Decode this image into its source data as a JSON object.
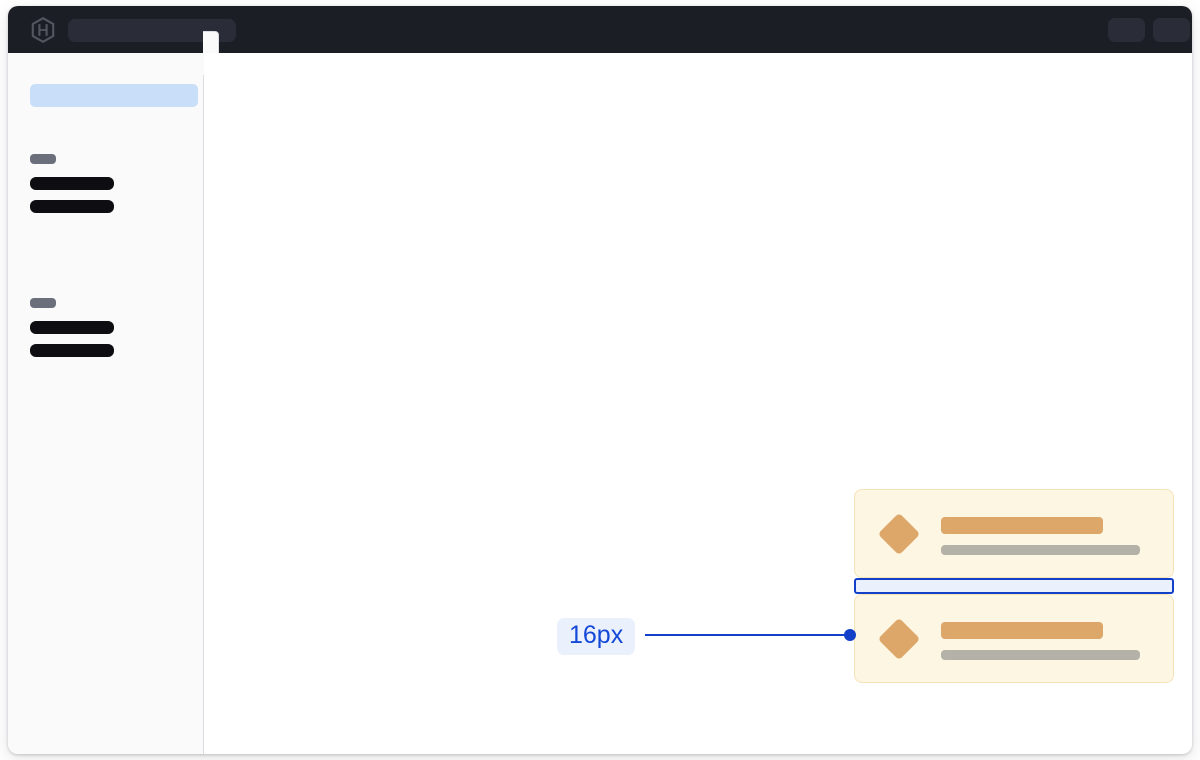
{
  "window": {
    "name": "design-inspector-window"
  },
  "header": {
    "logo_icon": "hexagon-h-logo-icon",
    "search": {
      "placeholder": "",
      "value": ""
    },
    "actions": [
      {
        "icon": "header-action-placeholder-1",
        "label": ""
      },
      {
        "icon": "header-action-placeholder-2",
        "label": ""
      }
    ]
  },
  "sidebar": {
    "notch_icon": "sidebar-collapse-notch-icon",
    "active_item": {
      "label": ""
    },
    "groups": [
      {
        "tag": "",
        "items": [
          {
            "label": ""
          },
          {
            "label": ""
          }
        ]
      },
      {
        "tag": "",
        "items": [
          {
            "label": ""
          },
          {
            "label": ""
          }
        ]
      }
    ]
  },
  "main": {
    "cards": [
      {
        "icon": "diamond-icon",
        "title": "",
        "subtitle": ""
      },
      {
        "icon": "diamond-icon",
        "title": "",
        "subtitle": ""
      }
    ],
    "spacing_annotation": {
      "value": "16px",
      "label_color": "#1448d8",
      "label_background": "#eaf1fd",
      "leader_color": "#1240c8",
      "highlight_fill": "#eaf1fd",
      "highlight_border": "#1240c8"
    }
  },
  "colors": {
    "header_bg": "#1c1e26",
    "header_placeholder": "#2a2d37",
    "sidebar_bg": "#fafafa",
    "sidebar_border": "#dcdde2",
    "sidebar_active": "#c9def8",
    "sidebar_tag": "#6b6e7b",
    "sidebar_row": "#0d0d12",
    "card_bg": "#fdf6e3",
    "card_border": "#f6e3b8",
    "card_accent": "#dda76a",
    "card_muted": "#b4b2a8",
    "canvas_bg": "#ffffff"
  }
}
